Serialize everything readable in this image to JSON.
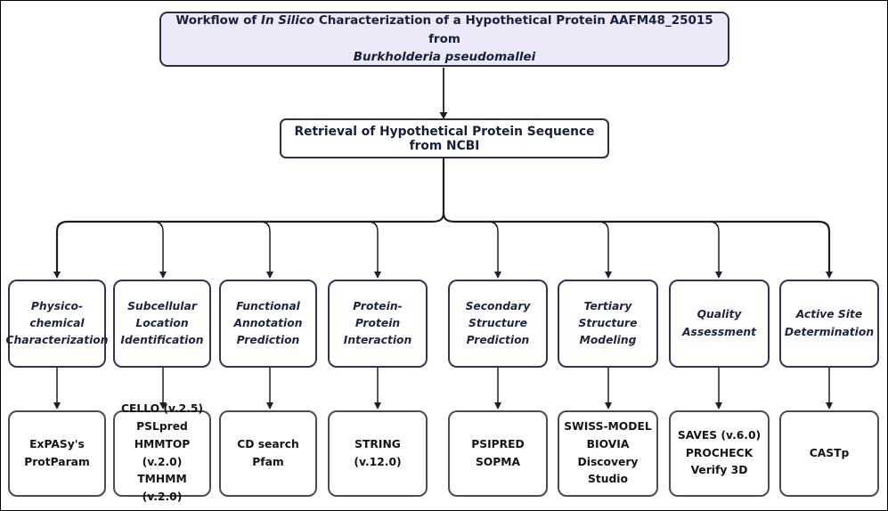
{
  "title": {
    "part1": "Workflow of ",
    "italic1": "In Silico",
    "part2": " Characterization of a Hypothetical Protein AAFM48_25015 from",
    "line2_italic": "Burkholderia pseudomallei"
  },
  "retrieval": {
    "label": "Retrieval of Hypothetical Protein Sequence from NCBI"
  },
  "branches": [
    {
      "step": [
        "Physico-",
        "chemical",
        "Characterization"
      ],
      "tools": [
        "ExPASy's",
        "ProtParam"
      ]
    },
    {
      "step": [
        "Subcellular",
        "Location",
        "Identification"
      ],
      "tools": [
        "CELLO (v.2.5)",
        "PSLpred",
        "HMMTOP (v.2.0)",
        "TMHMM (v.2.0)"
      ]
    },
    {
      "step": [
        "Functional",
        "Annotation",
        "Prediction"
      ],
      "tools": [
        "CD search",
        "Pfam"
      ]
    },
    {
      "step": [
        "Protein-Protein",
        "Interaction"
      ],
      "tools": [
        "STRING (v.12.0)"
      ]
    },
    {
      "step": [
        "Secondary",
        "Structure",
        "Prediction"
      ],
      "tools": [
        "PSIPRED",
        "SOPMA"
      ]
    },
    {
      "step": [
        "Tertiary Structure",
        "Modeling"
      ],
      "tools": [
        "SWISS-MODEL",
        "BIOVIA Discovery",
        "Studio"
      ]
    },
    {
      "step": [
        "Quality",
        "Assessment"
      ],
      "tools": [
        "SAVES (v.6.0)",
        "PROCHECK",
        "Verify 3D"
      ]
    },
    {
      "step": [
        "Active Site",
        "Determination"
      ],
      "tools": [
        "CASTp"
      ]
    }
  ],
  "colors": {
    "title_fill": "#eceaf8",
    "box_border_navy": "#303750",
    "box_border_gray": "#4c4c4c",
    "text_navy": "#16203c",
    "line": "#1f1f1f",
    "background": "#ffffff"
  }
}
